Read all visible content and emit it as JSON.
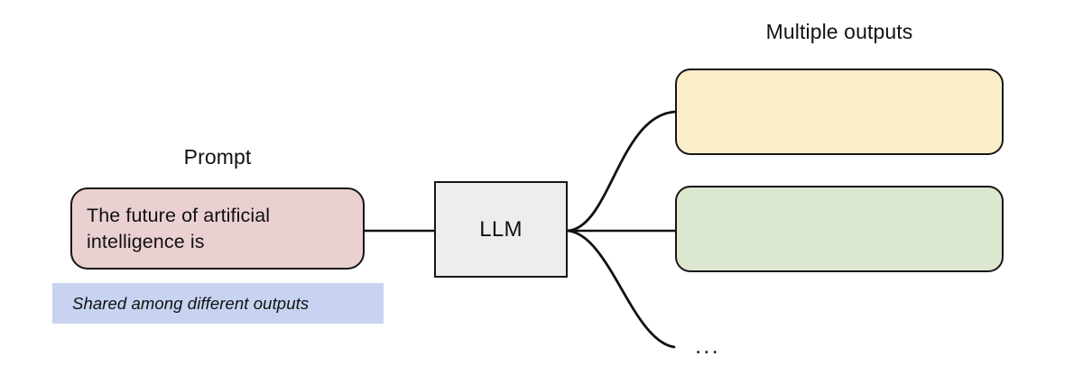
{
  "diagram": {
    "title_left": "Prompt",
    "title_right": "Multiple outputs",
    "prompt": {
      "text": "The future of artificial\nintelligence is",
      "fill": "#ead0d1",
      "stroke": "#161616"
    },
    "model": {
      "label": "LLM",
      "fill": "#ededed",
      "stroke": "#161616"
    },
    "outputs": [
      {
        "label": "",
        "fill": "#faeec8",
        "stroke": "#161616"
      },
      {
        "label": "",
        "fill": "#dbe7ce",
        "stroke": "#161616"
      }
    ],
    "more_outputs_marker": "...",
    "shared_note": {
      "text": "Shared among different outputs",
      "highlight": "#c7d3f0"
    },
    "connectors": {
      "stroke": "#111111",
      "prompt_to_model": "straight",
      "model_to_outputs": "curved-fanout",
      "count": 3
    },
    "background": "#ffffff"
  }
}
